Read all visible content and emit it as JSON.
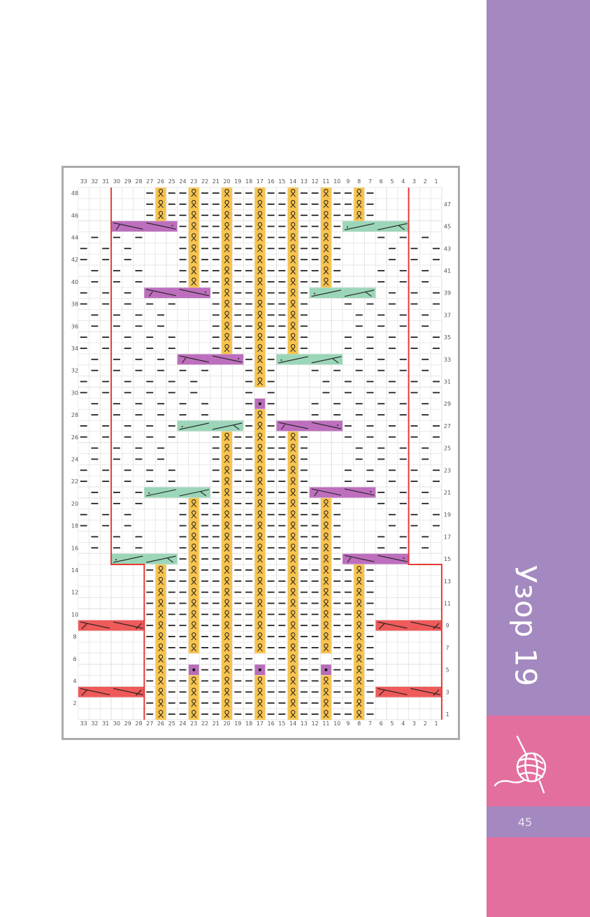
{
  "sidebar": {
    "title": "Узор 19",
    "page_number": "45",
    "icon": "yarn-ball-with-needles-icon",
    "colors": {
      "purple": "#a389bf",
      "pink": "#e36f9f"
    }
  },
  "chart_data": {
    "type": "knitting-chart",
    "columns": 33,
    "rows": 48,
    "column_labels": [
      "33",
      "32",
      "31",
      "30",
      "29",
      "28",
      "27",
      "26",
      "25",
      "24",
      "23",
      "22",
      "21",
      "20",
      "19",
      "18",
      "17",
      "16",
      "15",
      "14",
      "13",
      "12",
      "11",
      "10",
      "9",
      "8",
      "7",
      "6",
      "5",
      "4",
      "3",
      "2",
      "1"
    ],
    "row_labels_left": [
      "48",
      "46",
      "44",
      "42",
      "40",
      "38",
      "36",
      "34",
      "32",
      "30",
      "28",
      "26",
      "24",
      "22",
      "20",
      "18",
      "16",
      "14",
      "12",
      "10",
      "8",
      "6",
      "4",
      "2"
    ],
    "row_labels_right": [
      "47",
      "45",
      "43",
      "41",
      "39",
      "37",
      "35",
      "33",
      "31",
      "29",
      "27",
      "25",
      "23",
      "21",
      "19",
      "17",
      "15",
      "13",
      "11",
      "9",
      "7",
      "5",
      "3",
      "1"
    ],
    "colors": {
      "twisted": "#f7c34d",
      "bobble": "#b86db8",
      "cable_left": "#bd6fbd",
      "cable_right": "#9cd6b8",
      "cable_red": "#ef5a5a",
      "border": "#e53935",
      "grid": "#e3e3e3"
    },
    "twisted_columns": [
      {
        "col": 26,
        "rows": [
          [
            1,
            14
          ],
          [
            46,
            48
          ]
        ]
      },
      {
        "col": 23,
        "rows": [
          [
            1,
            20
          ],
          [
            40,
            48
          ]
        ]
      },
      {
        "col": 20,
        "rows": [
          [
            1,
            26
          ],
          [
            34,
            48
          ]
        ]
      },
      {
        "col": 17,
        "rows": [
          [
            1,
            48
          ]
        ]
      },
      {
        "col": 14,
        "rows": [
          [
            1,
            26
          ],
          [
            34,
            48
          ]
        ]
      },
      {
        "col": 11,
        "rows": [
          [
            1,
            20
          ],
          [
            40,
            48
          ]
        ]
      },
      {
        "col": 8,
        "rows": [
          [
            1,
            14
          ],
          [
            46,
            48
          ]
        ]
      }
    ],
    "bobbles": [
      {
        "col": 23,
        "row": 5
      },
      {
        "col": 17,
        "row": 5
      },
      {
        "col": 11,
        "row": 5
      },
      {
        "col": 17,
        "row": 29
      }
    ],
    "empty_cells": [
      {
        "col": 23,
        "row": 6
      },
      {
        "col": 17,
        "row": 6
      },
      {
        "col": 11,
        "row": 6
      },
      {
        "col": 17,
        "row": 30
      }
    ],
    "moss_rows": [
      16,
      44
    ],
    "moss_blank_zones": [
      {
        "rows": [
          16,
          20
        ],
        "cols": [
          25,
          27
        ]
      },
      {
        "rows": [
          16,
          20
        ],
        "cols": [
          7,
          9
        ]
      },
      {
        "rows": [
          22,
          26
        ],
        "cols": [
          22,
          24
        ]
      },
      {
        "rows": [
          22,
          26
        ],
        "cols": [
          10,
          12
        ]
      },
      {
        "rows": [
          28,
          32
        ],
        "cols": [
          19,
          21
        ]
      },
      {
        "rows": [
          28,
          32
        ],
        "cols": [
          13,
          15
        ]
      },
      {
        "rows": [
          34,
          38
        ],
        "cols": [
          22,
          24
        ]
      },
      {
        "rows": [
          34,
          38
        ],
        "cols": [
          10,
          12
        ]
      },
      {
        "rows": [
          40,
          44
        ],
        "cols": [
          25,
          27
        ]
      },
      {
        "rows": [
          40,
          44
        ],
        "cols": [
          7,
          9
        ]
      }
    ],
    "cables": [
      {
        "row": 45,
        "cols": [
          25,
          30
        ],
        "type": "left"
      },
      {
        "row": 45,
        "cols": [
          4,
          9
        ],
        "type": "right"
      },
      {
        "row": 39,
        "cols": [
          22,
          27
        ],
        "type": "left"
      },
      {
        "row": 39,
        "cols": [
          7,
          12
        ],
        "type": "right"
      },
      {
        "row": 33,
        "cols": [
          19,
          24
        ],
        "type": "left"
      },
      {
        "row": 33,
        "cols": [
          10,
          15
        ],
        "type": "right"
      },
      {
        "row": 27,
        "cols": [
          19,
          24
        ],
        "type": "right"
      },
      {
        "row": 27,
        "cols": [
          10,
          15
        ],
        "type": "left"
      },
      {
        "row": 21,
        "cols": [
          22,
          27
        ],
        "type": "right"
      },
      {
        "row": 21,
        "cols": [
          7,
          12
        ],
        "type": "left"
      },
      {
        "row": 15,
        "cols": [
          25,
          30
        ],
        "type": "right"
      },
      {
        "row": 15,
        "cols": [
          4,
          9
        ],
        "type": "left"
      },
      {
        "row": 9,
        "cols": [
          28,
          33
        ],
        "type": "red"
      },
      {
        "row": 9,
        "cols": [
          1,
          6
        ],
        "type": "red"
      },
      {
        "row": 3,
        "cols": [
          28,
          33
        ],
        "type": "red"
      },
      {
        "row": 3,
        "cols": [
          1,
          6
        ],
        "type": "red"
      }
    ],
    "repeat_border": {
      "upper": {
        "rows": [
          15,
          48
        ],
        "cols": [
          4,
          30
        ]
      },
      "lower": {
        "rows": [
          1,
          14
        ],
        "cols": [
          1,
          27
        ]
      }
    }
  }
}
